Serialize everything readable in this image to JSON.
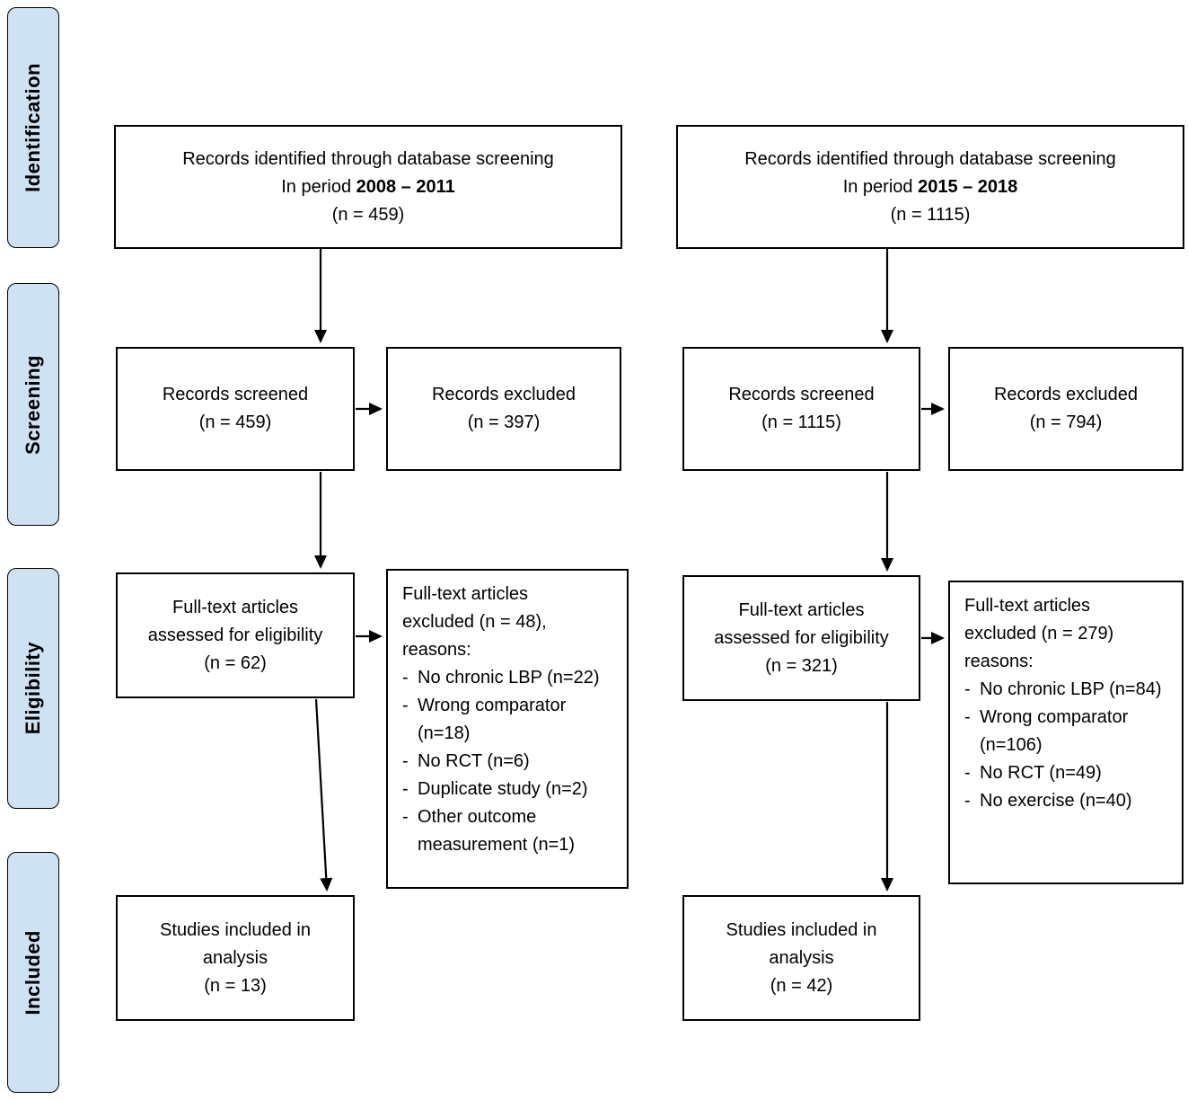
{
  "colors": {
    "stage_fill": "#CFE2F3",
    "border": "#000000",
    "box_fill": "#FFFFFF",
    "text": "#000000"
  },
  "figure": {
    "bullet": "-",
    "stages": {
      "identification": "Identification",
      "screening": "Screening",
      "eligibility": "Eligibility",
      "included": "Included"
    },
    "left": {
      "identified": {
        "line1": "Records identified through database screening",
        "line2_prefix": "In period ",
        "period": "2008 – 2011",
        "n": "(n = 459)"
      },
      "screened": {
        "line1": "Records screened",
        "n": "(n = 459)"
      },
      "excluded": {
        "line1": "Records excluded",
        "n": "(n = 397)"
      },
      "fulltext": {
        "line1": "Full-text articles",
        "line2": "assessed for eligibility",
        "n": "(n = 62)"
      },
      "reasons": {
        "line1": "Full-text articles",
        "line2": "excluded (n = 48),",
        "line3": "reasons:",
        "items": [
          "No chronic LBP (n=22)",
          "Wrong comparator (n=18)",
          "No RCT (n=6)",
          "Duplicate study (n=2)",
          "Other outcome measurement (n=1)"
        ]
      },
      "included": {
        "line1": "Studies included in",
        "line2": "analysis",
        "n": "(n = 13)"
      }
    },
    "right": {
      "identified": {
        "line1": "Records identified through database screening",
        "line2_prefix": "In period ",
        "period": "2015 – 2018",
        "n": "(n = 1115)"
      },
      "screened": {
        "line1": "Records screened",
        "n": "(n = 1115)"
      },
      "excluded": {
        "line1": "Records excluded",
        "n": "(n = 794)"
      },
      "fulltext": {
        "line1": "Full-text articles",
        "line2": "assessed for eligibility",
        "n": "(n = 321)"
      },
      "reasons": {
        "line1": "Full-text articles",
        "line2": "excluded (n = 279)",
        "line3": "reasons:",
        "items": [
          "No chronic LBP (n=84)",
          "Wrong comparator (n=106)",
          "No RCT (n=49)",
          "No exercise (n=40)"
        ]
      },
      "included": {
        "line1": "Studies included in",
        "line2": "analysis",
        "n": "(n = 42)"
      }
    }
  }
}
